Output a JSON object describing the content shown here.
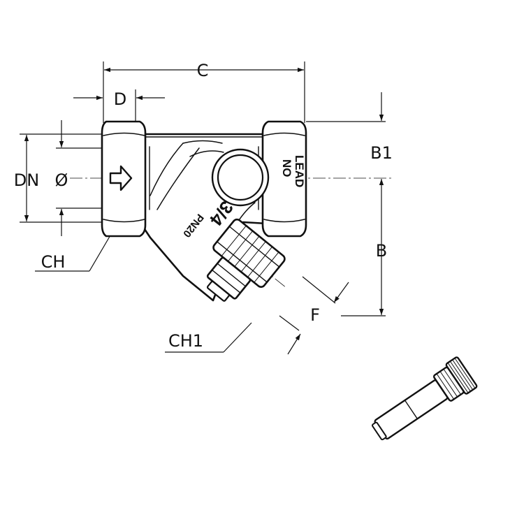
{
  "dimensions": {
    "C": "C",
    "D": "D",
    "DN": "DN",
    "diameter": "Ø",
    "B1": "B1",
    "B": "B",
    "CH": "CH",
    "CH1": "CH1",
    "F": "F"
  },
  "body_markings": {
    "no": "NO",
    "lead": "LEAD",
    "size": "3/4",
    "pressure": "PN20"
  },
  "colors": {
    "line": "#111111",
    "background": "#ffffff"
  }
}
